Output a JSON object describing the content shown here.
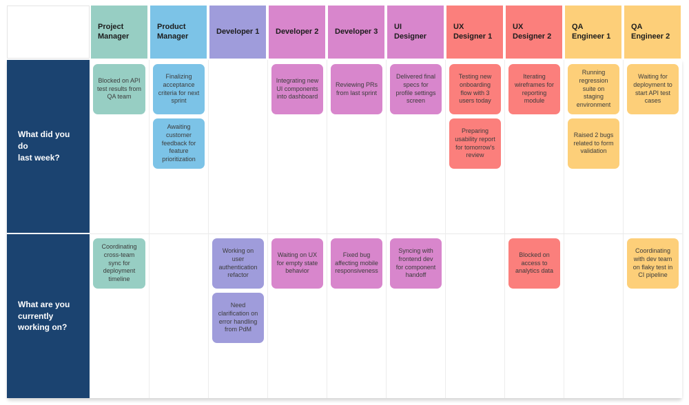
{
  "colors": {
    "teal": "#97cec3",
    "blue": "#7cc3e7",
    "purple": "#9f9cdb",
    "orchid": "#d886cc",
    "salmon": "#fb7f7c",
    "yellow": "#fdcf79",
    "row_label_bg": "#1b4370",
    "row_label_text": "#ffffff",
    "card_text": "#3b3b3b"
  },
  "board": {
    "columns": [
      {
        "label": "Project\nManager",
        "color": "#97cec3"
      },
      {
        "label": "Product\nManager",
        "color": "#7cc3e7"
      },
      {
        "label": "Developer 1",
        "color": "#9f9cdb"
      },
      {
        "label": "Developer 2",
        "color": "#d886cc"
      },
      {
        "label": "Developer 3",
        "color": "#d886cc"
      },
      {
        "label": "UI\nDesigner",
        "color": "#d886cc"
      },
      {
        "label": "UX\nDesigner 1",
        "color": "#fb7f7c"
      },
      {
        "label": "UX\nDesigner 2",
        "color": "#fb7f7c"
      },
      {
        "label": "QA\nEngineer 1",
        "color": "#fdcf79"
      },
      {
        "label": "QA\nEngineer 2",
        "color": "#fdcf79"
      }
    ],
    "rows": [
      {
        "question": "What did you do\nlast week?",
        "cells": [
          [
            "Blocked on API test results from QA team"
          ],
          [
            "Finalizing acceptance criteria for next sprint",
            "Awaiting customer feedback for feature prioritization"
          ],
          [],
          [
            "Integrating new UI components into dashboard"
          ],
          [
            "Reviewing PRs from last sprint"
          ],
          [
            "Delivered final specs for profile settings screen"
          ],
          [
            "Testing new onboarding flow with 3 users today",
            "Preparing usability report for tomorrow's review"
          ],
          [
            "Iterating wireframes for reporting module"
          ],
          [
            "Running regression suite on staging environment",
            "Raised 2 bugs related to form validation"
          ],
          [
            "Waiting for deployment to start API test cases"
          ]
        ]
      },
      {
        "question": "What are you\ncurrently\nworking on?",
        "cells": [
          [
            "Coordinating cross-team sync for deployment timeline"
          ],
          [],
          [
            "Working on user authentication refactor",
            "Need clarification on error handling from PdM"
          ],
          [
            "Waiting on UX for empty state behavior"
          ],
          [
            "Fixed bug affecting mobile responsiveness"
          ],
          [
            "Syncing with frontend dev for component handoff"
          ],
          [],
          [
            "Blocked on access to analytics data"
          ],
          [],
          [
            "Coordinating with dev team on flaky test in CI pipeline"
          ]
        ]
      }
    ]
  }
}
